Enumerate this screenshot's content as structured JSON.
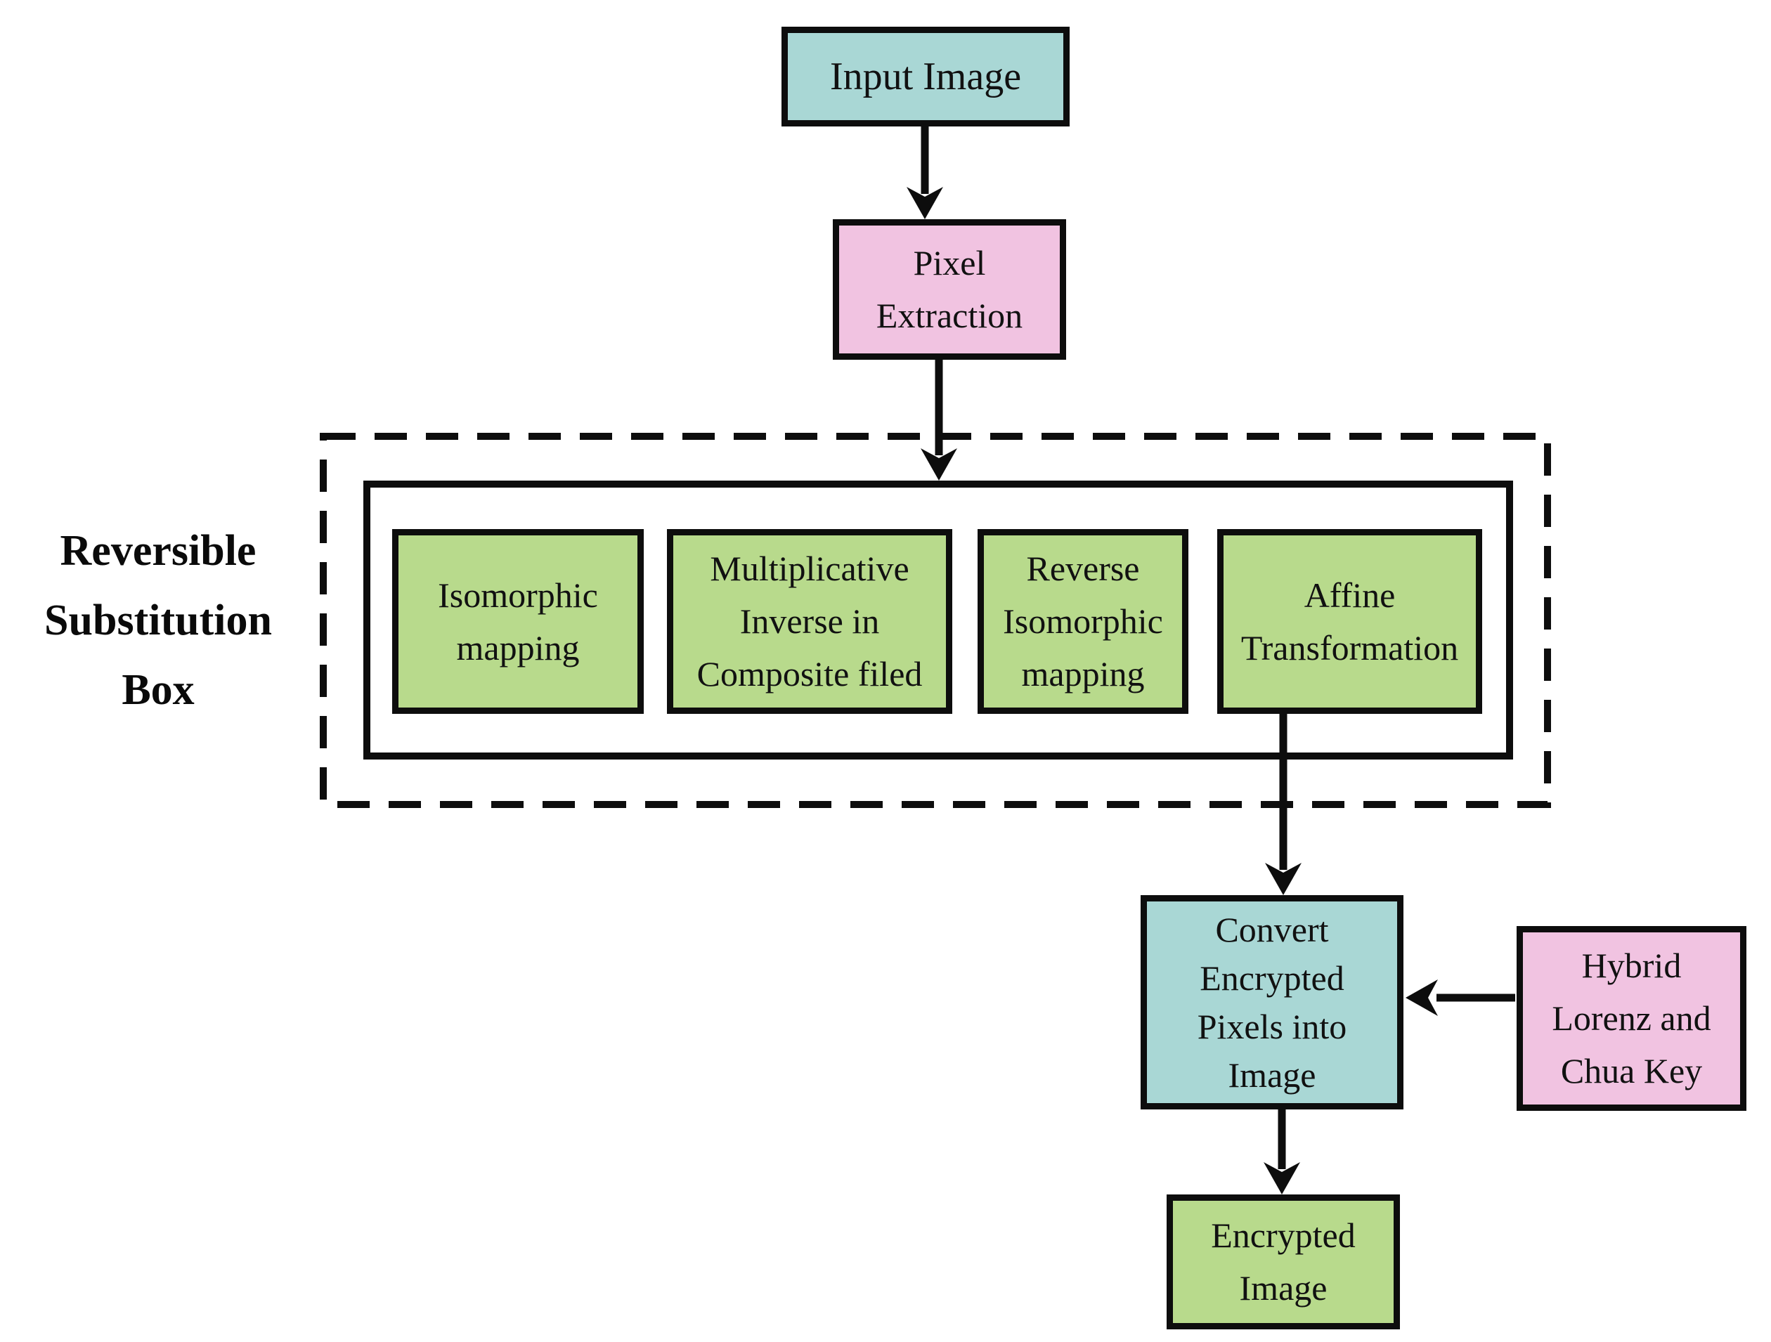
{
  "palette": {
    "cyan": "#a9d7d5",
    "pink": "#f1c3e1",
    "green": "#b8da8c",
    "line": "#0d0d0d",
    "background": "#ffffff"
  },
  "nodes": {
    "input_image": {
      "label": "Input Image",
      "color": "cyan"
    },
    "pixel_extraction": {
      "label": "Pixel Extraction",
      "color": "pink"
    },
    "isomorphic_mapping": {
      "label": "Isomorphic mapping",
      "color": "green"
    },
    "multiplicative_inverse": {
      "label": "Multiplicative Inverse in Composite filed",
      "color": "green"
    },
    "reverse_isomorphic": {
      "label": "Reverse Isomorphic mapping",
      "color": "green"
    },
    "affine_transformation": {
      "label": "Affine Transformation",
      "color": "green"
    },
    "convert_pixels": {
      "label": "Convert Encrypted Pixels into Image",
      "color": "cyan"
    },
    "hybrid_key": {
      "label": "Hybrid Lorenz and Chua Key",
      "color": "pink"
    },
    "encrypted_image": {
      "label": "Encrypted Image",
      "color": "green"
    }
  },
  "group": {
    "label": "Reversible Substitution Box",
    "border_style": "dashed"
  },
  "edges": [
    {
      "from": "Input Image",
      "to": "Pixel Extraction",
      "direction": "down"
    },
    {
      "from": "Pixel Extraction",
      "to": "Reversible Substitution Box",
      "direction": "down"
    },
    {
      "from": "Affine Transformation",
      "to": "Convert Encrypted Pixels into Image",
      "direction": "down"
    },
    {
      "from": "Hybrid Lorenz and Chua Key",
      "to": "Convert Encrypted Pixels into Image",
      "direction": "left"
    },
    {
      "from": "Convert Encrypted Pixels into Image",
      "to": "Encrypted Image",
      "direction": "down"
    }
  ]
}
